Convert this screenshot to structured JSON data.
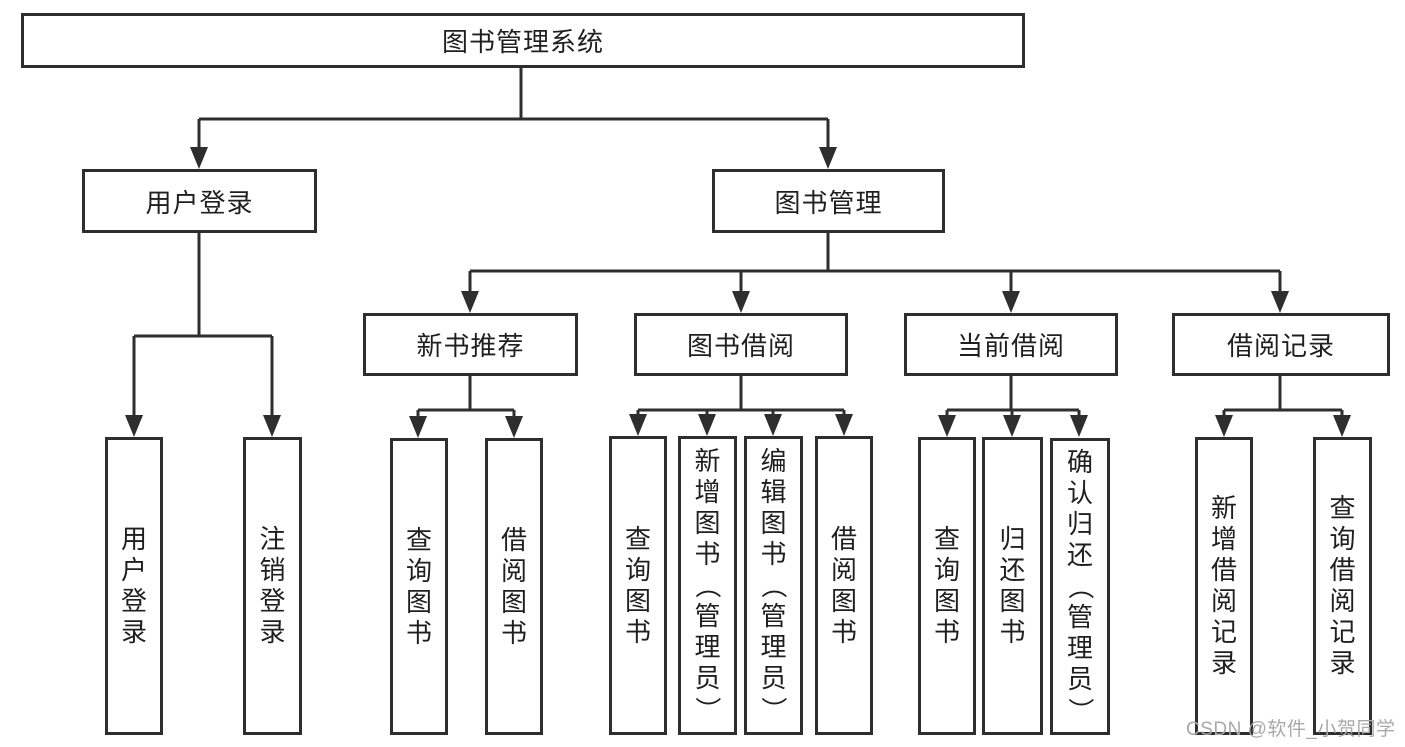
{
  "diagram": {
    "tree": {
      "root": "图书管理系统",
      "children": [
        {
          "label": "用户登录",
          "children": [
            "用户登录",
            "注销登录"
          ]
        },
        {
          "label": "图书管理",
          "children": [
            {
              "label": "新书推荐",
              "children": [
                "查询图书",
                "借阅图书"
              ]
            },
            {
              "label": "图书借阅",
              "children": [
                "查询图书",
                "新增图书（管理员）",
                "编辑图书（管理员）",
                "借阅图书"
              ]
            },
            {
              "label": "当前借阅",
              "children": [
                "查询图书",
                "归还图书",
                "确认归还（管理员）"
              ]
            },
            {
              "label": "借阅记录",
              "children": [
                "新增借阅记录",
                "查询借阅记录"
              ]
            }
          ]
        }
      ]
    },
    "colors": {
      "line": "#2e2e2e",
      "text": "#1f1f1f",
      "box_background": "#ffffff",
      "watermark": "#a9a9a9"
    }
  },
  "watermark": "CSDN @软件_小贺同学"
}
